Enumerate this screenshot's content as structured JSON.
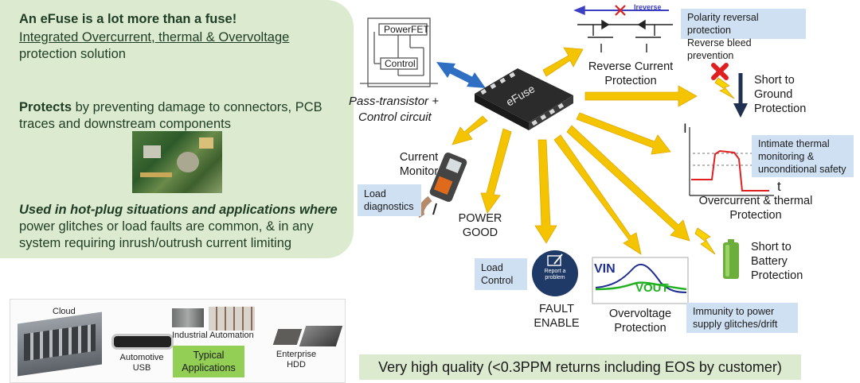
{
  "intro": {
    "title": "An eFuse is a lot more than a fuse!",
    "subtitle": "Integrated Overcurrent, thermal & Overvoltage",
    "subtitle2": "protection solution",
    "protects_bold": "Protects",
    "protects_rest": " by preventing damage to connectors, PCB",
    "protects_line2": "traces and downstream components",
    "usage_line1": "Used in hot-plug situations and applications where",
    "usage_line2": "power glitches or load faults are common, & in any",
    "usage_line3": "system requiring inrush/outrush current limiting"
  },
  "circuit": {
    "powerfet": "PowerFET",
    "control": "Control",
    "caption_line1": "Pass-transistor +",
    "caption_line2": "Control circuit"
  },
  "chip_label": "eFuse",
  "features": {
    "reverse": {
      "line1": "Reverse Current",
      "line2": "Protection",
      "ireverse": "Ireverse"
    },
    "polarity": {
      "line1": "Polarity reversal protection",
      "line2": "Reverse bleed prevention"
    },
    "short_ground": {
      "line1": "Short to",
      "line2": "Ground",
      "line3": "Protection"
    },
    "thermal_note": {
      "line1": "Intimate thermal",
      "line2": "monitoring &",
      "line3": "unconditional safety"
    },
    "overcurrent": {
      "line1": "Overcurrent & thermal",
      "line2": "Protection",
      "axis_i": "I",
      "axis_t": "t"
    },
    "short_battery": {
      "line1": "Short to",
      "line2": "Battery",
      "line3": "Protection"
    },
    "immunity": {
      "line1": "Immunity to power",
      "line2": "supply glitches/drift"
    },
    "overvoltage": {
      "line1": "Overvoltage",
      "line2": "Protection",
      "vin": "VIN",
      "vout": "VOUT"
    },
    "fault": {
      "line1": "FAULT",
      "line2": "ENABLE",
      "icon_line1": "Report a",
      "icon_line2": "problem"
    },
    "load_control": {
      "line1": "Load",
      "line2": "Control"
    },
    "power_good": {
      "line1": "POWER",
      "line2": "GOOD"
    },
    "current_monitor": {
      "line1": "Current",
      "line2": "Monitor"
    },
    "load_diag": {
      "line1": "Load",
      "line2": "diagnostics"
    }
  },
  "apps": {
    "cloud": "Cloud",
    "usb_line1": "Automotive",
    "usb_line2": "USB",
    "industrial": "Industrial Automation",
    "typical_line1": "Typical",
    "typical_line2": "Applications",
    "hdd_line1": "Enterprise",
    "hdd_line2": "HDD"
  },
  "quality": "Very high quality (<0.3PPM returns including EOS by customer)",
  "colors": {
    "green_panel": "#dcebd0",
    "blue_note": "#cfe0f2",
    "arrow_yellow": "#f5c400",
    "arrow_blue": "#2e6fc4",
    "chip": "#2b2b2b",
    "typical_box": "#93cf54"
  }
}
